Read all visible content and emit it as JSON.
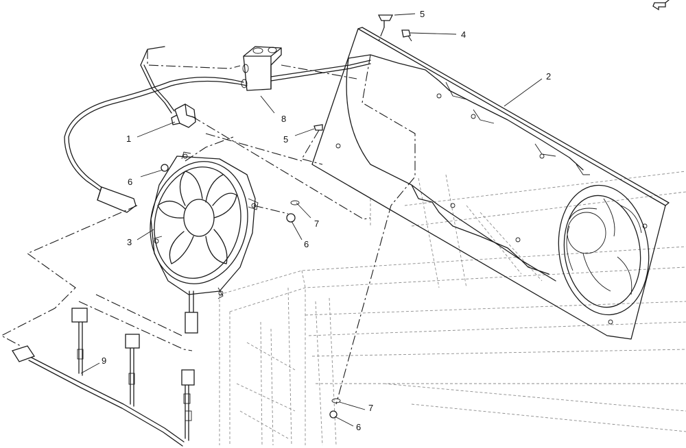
{
  "callouts": [
    {
      "id": "c5a",
      "label": "5"
    },
    {
      "id": "c4",
      "label": "4"
    },
    {
      "id": "c2",
      "label": "2"
    },
    {
      "id": "c8",
      "label": "8"
    },
    {
      "id": "c1",
      "label": "1"
    },
    {
      "id": "c5b",
      "label": "5"
    },
    {
      "id": "c6a",
      "label": "6"
    },
    {
      "id": "c7a",
      "label": "7"
    },
    {
      "id": "c3",
      "label": "3"
    },
    {
      "id": "c6b",
      "label": "6"
    },
    {
      "id": "c9",
      "label": "9"
    },
    {
      "id": "c7b",
      "label": "7"
    },
    {
      "id": "c6c",
      "label": "6"
    }
  ],
  "icons": {
    "corner": "return-arrow-icon"
  }
}
